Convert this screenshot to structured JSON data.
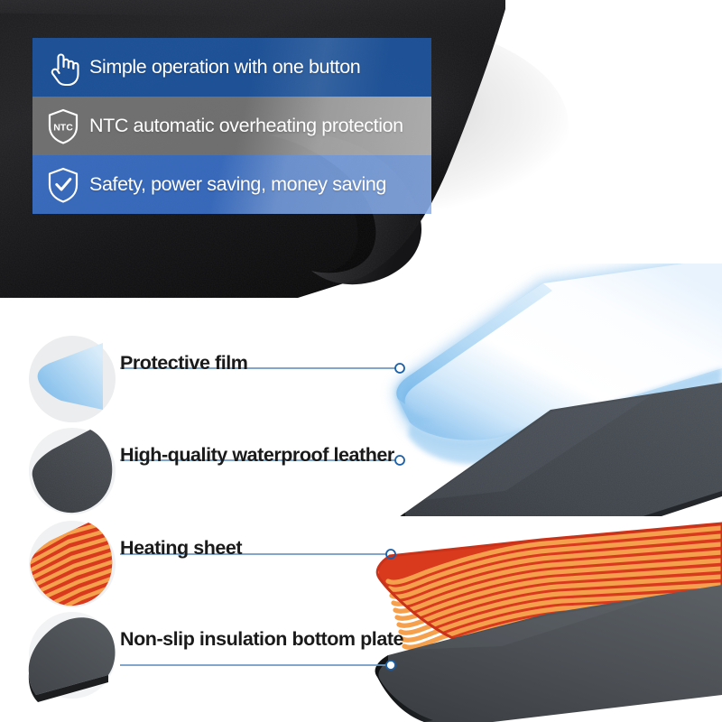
{
  "product": {
    "type": "heated-desk-mat",
    "photo_description": "black waterproof leather heated desk mat with curled corner"
  },
  "features": {
    "items": [
      {
        "id": "one-button",
        "icon": "hand-tap-icon",
        "label": "Simple operation with one button",
        "bar_color": "#1E58A5",
        "text_color": "#FFFFFF"
      },
      {
        "id": "ntc-protection",
        "icon": "ntc-shield-icon",
        "icon_text": "NTC",
        "label": "NTC automatic overheating protection",
        "bar_color": "#7D7D7D",
        "text_color": "#FFFFFF"
      },
      {
        "id": "safety-saving",
        "icon": "shield-check-icon",
        "label": "Safety, power saving, money saving",
        "bar_color": "#407DE1",
        "text_color": "#FFFFFF"
      }
    ]
  },
  "exploded_view": {
    "callout_line_color": "#6E9AC4",
    "callout_marker_color": "#1A5FA8",
    "layers": [
      {
        "id": "protective-film",
        "label": "Protective film",
        "thumb_icon": "protective-film-swatch",
        "color_primary": "#BCDCF7",
        "color_secondary": "#FFFFFF",
        "order": 1
      },
      {
        "id": "waterproof-leather",
        "label": "High-quality waterproof leather",
        "thumb_icon": "leather-swatch",
        "color_primary": "#3D4247",
        "color_secondary": "#2E3236",
        "order": 2
      },
      {
        "id": "heating-sheet",
        "label": "Heating sheet",
        "thumb_icon": "heating-coil-swatch",
        "color_primary": "#D93A1E",
        "color_secondary": "#F5A04C",
        "order": 3
      },
      {
        "id": "insulation-bottom-plate",
        "label": "Non-slip insulation bottom plate",
        "thumb_icon": "bottom-plate-swatch",
        "color_primary": "#4A4E52",
        "color_secondary": "#1B1D1F",
        "order": 4
      }
    ]
  },
  "palette": {
    "background": "#FFFFFF",
    "brand_blue": "#1E58A5",
    "light_blue": "#407DE1",
    "neutral_gray": "#7D7D7D",
    "heat_red": "#D93A1E",
    "heat_orange": "#F5A04C",
    "dark_charcoal": "#3D4247"
  }
}
